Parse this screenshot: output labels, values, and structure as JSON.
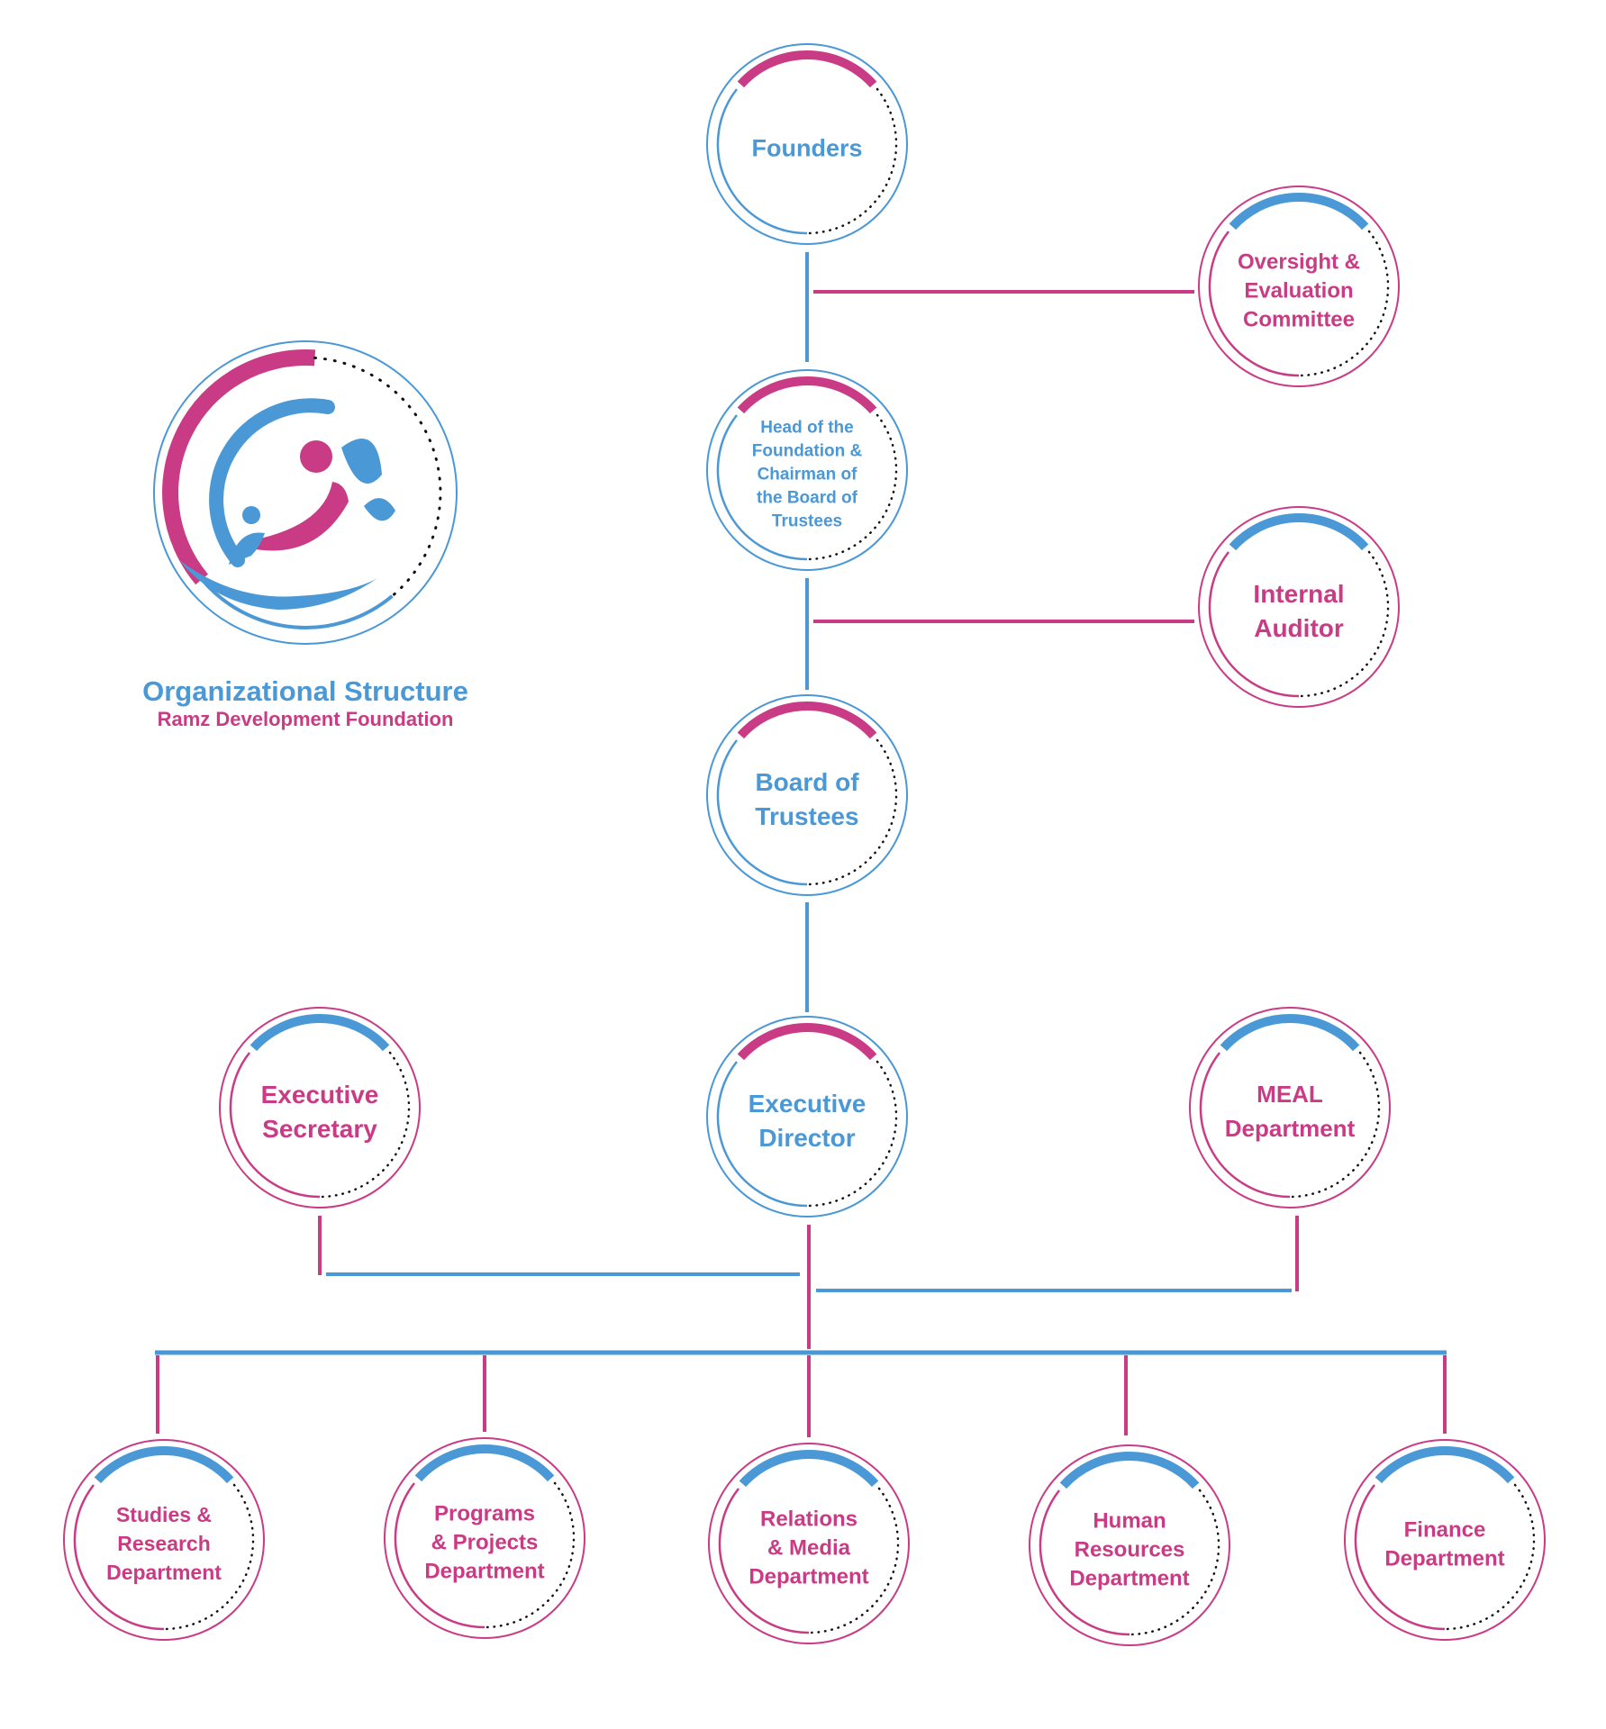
{
  "colors": {
    "blue": "#4A98D6",
    "pink": "#C93C85",
    "dots": "#111111",
    "background": "#FFFFFF"
  },
  "branding": {
    "logo_icon": "ramz-foundation-logo",
    "title": "Organizational Structure",
    "subtitle": "Ramz Development Foundation"
  },
  "nodes": [
    {
      "id": "founders",
      "style": "blue",
      "lines": [
        "Founders"
      ]
    },
    {
      "id": "oversight",
      "style": "pink",
      "lines": [
        "Oversight &",
        "Evaluation",
        "Committee"
      ]
    },
    {
      "id": "head",
      "style": "blue",
      "lines": [
        "Head of the",
        "Foundation &",
        "Chairman of",
        "the Board of",
        "Trustees"
      ]
    },
    {
      "id": "auditor",
      "style": "pink",
      "lines": [
        "Internal",
        "Auditor"
      ]
    },
    {
      "id": "board",
      "style": "blue",
      "lines": [
        "Board of",
        "Trustees"
      ]
    },
    {
      "id": "exec-secretary",
      "style": "pink",
      "lines": [
        "Executive",
        "Secretary"
      ]
    },
    {
      "id": "exec-director",
      "style": "blue",
      "lines": [
        "Executive",
        "Director"
      ]
    },
    {
      "id": "meal",
      "style": "pink",
      "lines": [
        "MEAL",
        "Department"
      ]
    },
    {
      "id": "studies",
      "style": "pink",
      "lines": [
        "Studies &",
        "Research",
        "Department"
      ]
    },
    {
      "id": "programs",
      "style": "pink",
      "lines": [
        "Programs",
        "& Projects",
        "Department"
      ]
    },
    {
      "id": "relations",
      "style": "pink",
      "lines": [
        "Relations",
        "& Media",
        "Department"
      ]
    },
    {
      "id": "hr",
      "style": "pink",
      "lines": [
        "Human",
        "Resources",
        "Department"
      ]
    },
    {
      "id": "finance",
      "style": "pink",
      "lines": [
        "Finance",
        "Department"
      ]
    }
  ],
  "edges": [
    {
      "from": "founders",
      "to": "head"
    },
    {
      "from": "founders",
      "to": "oversight"
    },
    {
      "from": "head",
      "to": "board"
    },
    {
      "from": "head",
      "to": "auditor"
    },
    {
      "from": "board",
      "to": "exec-director"
    },
    {
      "from": "exec-director",
      "to": "exec-secretary"
    },
    {
      "from": "exec-director",
      "to": "meal"
    },
    {
      "from": "exec-director",
      "to": "studies"
    },
    {
      "from": "exec-director",
      "to": "programs"
    },
    {
      "from": "exec-director",
      "to": "relations"
    },
    {
      "from": "exec-director",
      "to": "hr"
    },
    {
      "from": "exec-director",
      "to": "finance"
    }
  ]
}
